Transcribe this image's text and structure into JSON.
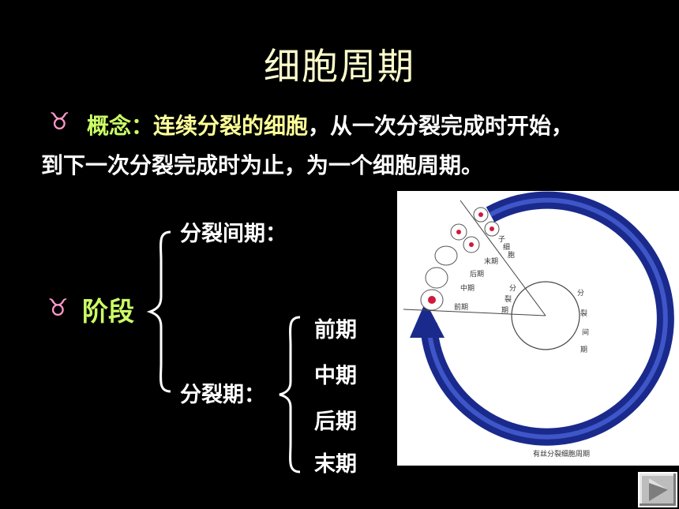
{
  "slide": {
    "title": "细胞周期",
    "bullet_glyph": "♉",
    "concept": {
      "label": "概念",
      "colon": "：",
      "highlight": "连续分裂的细胞",
      "rest_line1": "，从一次分裂完成时开始，",
      "line2": "到下一次分裂完成时为止，为一个细胞周期。"
    },
    "stages": {
      "label": "阶段",
      "interphase": "分裂间期：",
      "mitosis": "分裂期：",
      "phases": [
        "前期",
        "中期",
        "后期",
        "末期"
      ]
    },
    "diagram": {
      "caption": "有丝分裂细胞周期",
      "labels": {
        "daughter": [
          "子",
          "细",
          "胞"
        ],
        "telophase": "末期",
        "anaphase": "后期",
        "metaphase": "中期",
        "prophase": "前期",
        "mitosis_v": [
          "分",
          "裂",
          "期"
        ],
        "interphase_v": [
          "分",
          "裂",
          "间",
          "期"
        ]
      }
    },
    "colors": {
      "accent_lime": "#ccff66",
      "accent_yellow": "#ffff99",
      "bullet": "#ff99cc",
      "arrow_blue": "#1a2a8c"
    }
  }
}
